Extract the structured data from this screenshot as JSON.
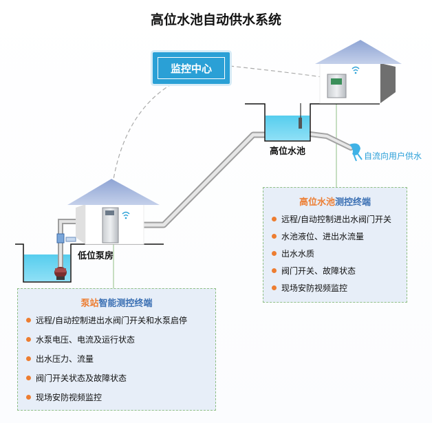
{
  "title": "高位水池自动供水系统",
  "monitor_center": "监控中心",
  "labels": {
    "high_tank": "高位水池",
    "pump_house": "低位泵房",
    "outflow": "自流向用户供水"
  },
  "panel_right": {
    "title_highlight": "高位水池",
    "title_rest": "测控终端",
    "items": [
      "远程/自动控制进出水阀门开关",
      "水池液位、进出水流量",
      "出水水质",
      "阀门开关、故障状态",
      "现场安防视频监控"
    ]
  },
  "panel_left": {
    "title_highlight": "泵站",
    "title_rest": "智能测控终端",
    "items": [
      "远程/自动控制进出水阀门开关和水泵启停",
      "水泵电压、电流及运行状态",
      "出水压力、流量",
      "阀门开关状态及故障状态",
      "现场安防视频监控"
    ]
  },
  "colors": {
    "accent": "#2aa0d6",
    "water": "#56cdee",
    "roof": "#a9b8de",
    "bullet": "#ed7d31",
    "panel_bg": "#e7eef8",
    "panel_border": "#8fbf84"
  }
}
